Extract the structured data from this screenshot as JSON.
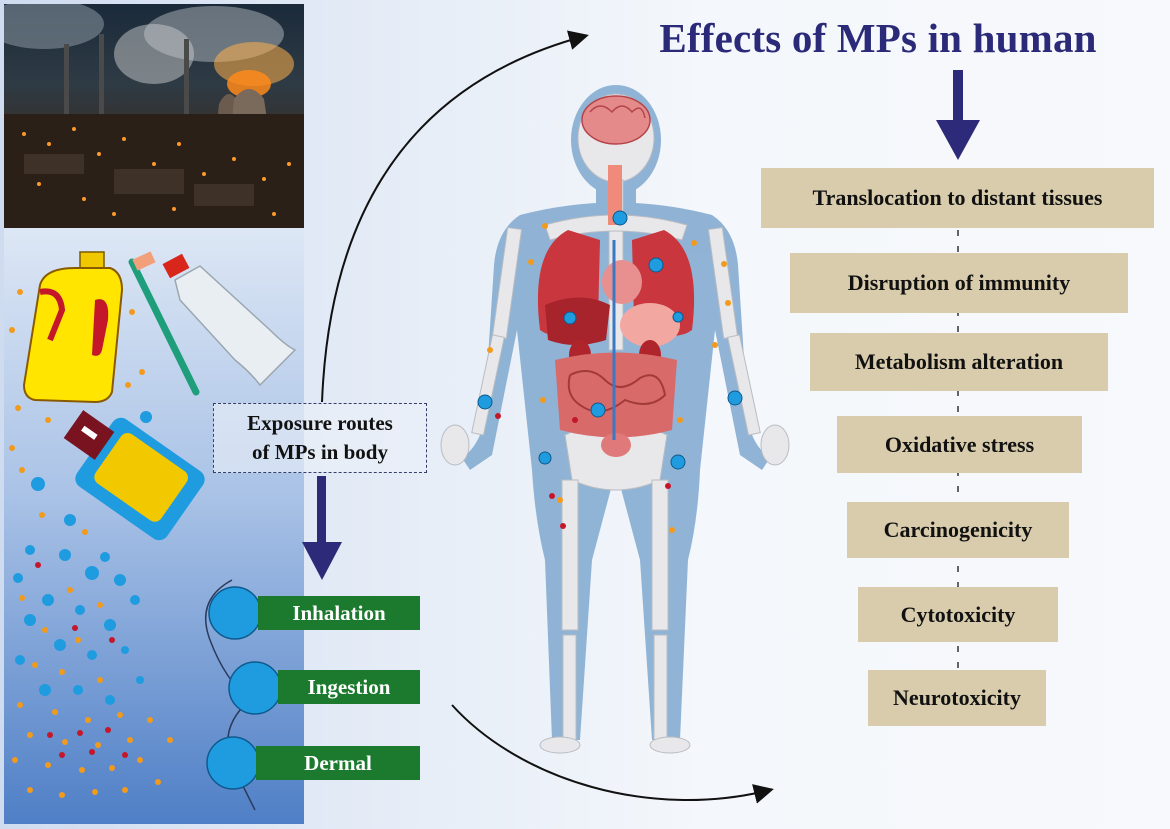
{
  "title": "Effects of MPs in human",
  "exposure": {
    "line1": "Exposure routes",
    "line2": "of MPs in body"
  },
  "routes": [
    "Inhalation",
    "Ingestion",
    "Dermal"
  ],
  "effects": [
    "Translocation to distant tissues",
    "Disruption of immunity",
    "Metabolism alteration",
    "Oxidative stress",
    "Carcinogenicity",
    "Cytotoxicity",
    "Neurotoxicity"
  ],
  "colors": {
    "title": "#2a2a78",
    "arrow": "#2e2a7a",
    "effect_box": "#d8ccad",
    "route_label": "#1c7a2e",
    "particle_blue": "#1f9be0",
    "particle_orange": "#f29a1b",
    "particle_red": "#c4172a"
  },
  "icons": [
    "factory-image",
    "detergent-bottle-icon",
    "toothbrush-icon",
    "water-bottle-icon",
    "snack-package-icon",
    "human-anatomy-figure"
  ]
}
